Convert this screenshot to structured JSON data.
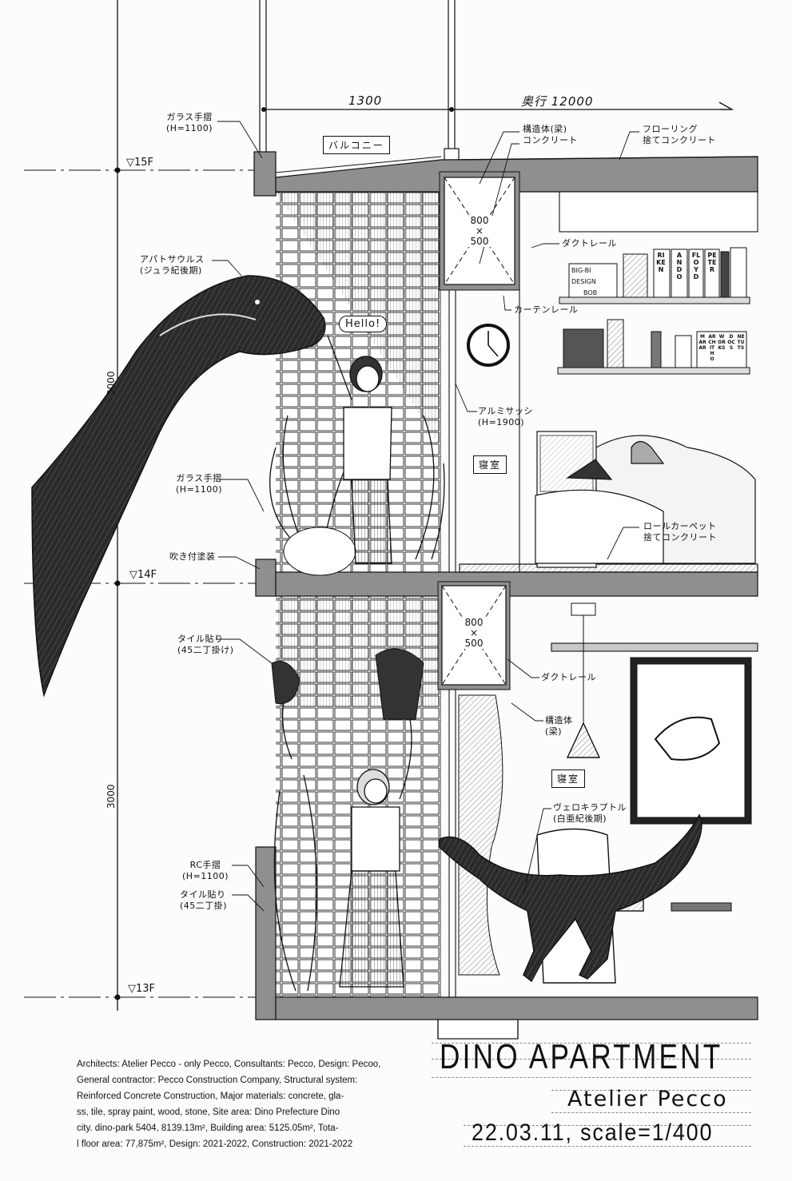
{
  "dimensions": {
    "balcony_depth": "1300",
    "total_depth": "奥行 12000",
    "floor_height_upper": "3000",
    "floor_height_lower": "3000"
  },
  "levels": [
    "▽15F",
    "▽14F",
    "▽13F"
  ],
  "rooms": {
    "balcony": "バルコニー",
    "bedroom_upper": "寝室",
    "bedroom_lower": "寝室"
  },
  "beams": [
    {
      "w": "800",
      "x": "×",
      "h": "500"
    },
    {
      "w": "800",
      "x": "×",
      "h": "500"
    }
  ],
  "annotations": {
    "glass_railing_top": {
      "name": "ガラス手摺",
      "spec": "(H=1100)"
    },
    "structure_top": {
      "name": "構造体(梁)",
      "spec": "コンクリート"
    },
    "flooring": {
      "name": "フローリング",
      "spec": "捨てコンクリート"
    },
    "apatosaurus": {
      "name": "アパトサウルス",
      "spec": "(ジュラ紀後期)"
    },
    "duct_rail_upper": {
      "name": "ダクトレール"
    },
    "curtain_rail": {
      "name": "カーテンレール"
    },
    "aluminum_sash": {
      "name": "アルミサッシ",
      "spec": "(H=1900)"
    },
    "glass_railing_mid": {
      "name": "ガラス手摺",
      "spec": "(H=1100)"
    },
    "spray_paint": {
      "name": "吹き付塗装"
    },
    "roll_carpet": {
      "name": "ロールカーペット",
      "spec": "捨てコンクリート"
    },
    "tile_upper": {
      "name": "タイル貼り",
      "spec": "(45二丁掛け)"
    },
    "duct_rail_lower": {
      "name": "ダクトレール"
    },
    "structure_lower": {
      "name": "構造体",
      "spec": "(梁)"
    },
    "velociraptor": {
      "name": "ヴェロキラプトル",
      "spec": "(白亜紀後期)"
    },
    "rc_railing": {
      "name": "RC手摺",
      "spec": "(H=1100)"
    },
    "tile_lower": {
      "name": "タイル貼り",
      "spec": "(45二丁掛)"
    }
  },
  "speech_bubble": "Hello!",
  "books": [
    "BIG-BI",
    "DESIGN",
    "BOB",
    "RIKEN",
    "ANDO",
    "FLOYD",
    "PETER",
    "MARAR",
    "ARCHITHO",
    "WORKS",
    "DOCS",
    "NETUTS"
  ],
  "title_block": {
    "title": "DINO APARTMENT",
    "author": "Atelier Pecco",
    "date_scale": "22.03.11, scale=1/400"
  },
  "credits": [
    "Architects: Atelier Pecco - only Pecco, Consultants: Pecco, Design: Pecoo,",
    "General contractor: Pecco Construction Company, Structural system:",
    "Reinforced Concrete Construction, Major materials: concrete, gla-",
    "ss, tile, spray paint, wood, stone, Site area: Dino Prefecture Dino",
    "city. dino-park 5404, 8139.13m², Building area: 5125.05m², Tota-",
    "l floor area: 77,875m², Design: 2021-2022, Construction: 2021-2022"
  ],
  "colors": {
    "ink": "#111111",
    "concrete": "#8f8f8f",
    "paper": "#fcfcfc",
    "shade": "#c8c8c8"
  }
}
